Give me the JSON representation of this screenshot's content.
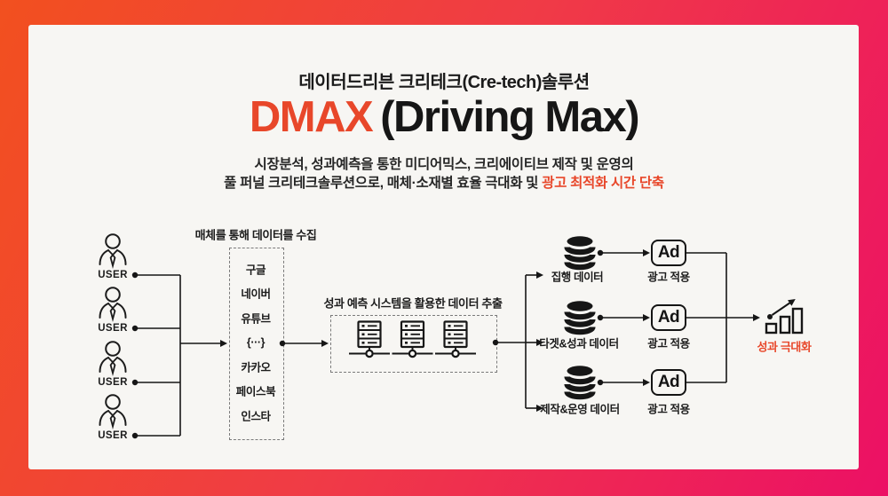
{
  "colors": {
    "accent_red": "#E8472A",
    "border_gradient_start": "#F2501F",
    "border_gradient_end": "#EC1065",
    "card_bg": "#F7F6F3"
  },
  "header": {
    "kicker": "데이터드리븐 크리테크(Cre-tech)솔루션",
    "title_red": "DMAX",
    "title_black": "(Driving Max)",
    "sub_line1": "시장분석, 성과예측을 통한 미디어믹스, 크리에이티브 제작 및 운영의",
    "sub_line2_black": "풀 퍼널 크리테크솔루션으로, 매체·소재별 효율 극대화 및",
    "sub_line2_red": "광고 최적화 시간 단축"
  },
  "diagram": {
    "users": {
      "label": "USER",
      "count": 4
    },
    "media_box": {
      "title": "매체를 통해 데이터를 수집",
      "items": [
        "구글",
        "네이버",
        "유튜브",
        "{···}",
        "카카오",
        "페이스북",
        "인스타"
      ]
    },
    "prediction_box": {
      "title": "성과 예측 시스템을 활용한 데이터 추출",
      "server_count": 3
    },
    "output_rows": [
      {
        "data_label": "집행 데이터",
        "ad_label": "Ad",
        "ad_caption": "광고 적용"
      },
      {
        "data_label": "타겟&성과 데이터",
        "ad_label": "Ad",
        "ad_caption": "광고 적용"
      },
      {
        "data_label": "제작&운영 데이터",
        "ad_label": "Ad",
        "ad_caption": "광고 적용"
      }
    ],
    "result": {
      "label": "성과 극대화"
    }
  }
}
